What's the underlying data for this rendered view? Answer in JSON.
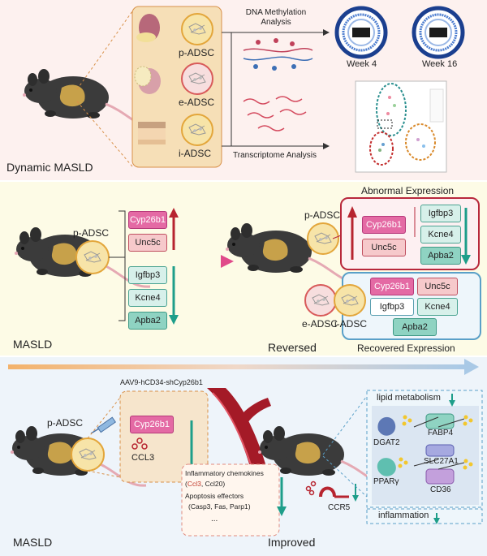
{
  "colors": {
    "panel1_bg": "#fdf1ef",
    "panel2_bg": "#fdfbe6",
    "panel3_bg": "#eef4fa",
    "red_arrow": "#b7242f",
    "teal_arrow": "#1e9e8a",
    "pink_gene": "#e46aa4",
    "abnormal_frame": "#b8283c",
    "recovered_frame": "#5aa0c8"
  },
  "panel1": {
    "depots": [
      "p-ADSC",
      "e-ADSC",
      "i-ADSC"
    ],
    "methylation_label": "DNA Methylation\nAnalysis",
    "transcriptome_label": "Transcriptome Analysis",
    "week4": "Week 4",
    "week16": "Week 16",
    "title": "Dynamic MASLD"
  },
  "panel2": {
    "padsc_left": "p-ADSC",
    "up_genes": [
      "Cyp26b1",
      "Unc5c"
    ],
    "down_genes": [
      "Igfbp3",
      "Kcne4",
      "Apba2"
    ],
    "left_title": "MASLD",
    "abnormal_title": "Abnormal Expression",
    "padsc_right": "p-ADSC",
    "abnormal_up": [
      "Cyp26b1",
      "Unc5c"
    ],
    "abnormal_down": [
      "Igfbp3",
      "Kcne4",
      "Apba2"
    ],
    "recovered_genes": [
      "Cyp26b1",
      "Unc5c",
      "Igfbp3",
      "Kcne4",
      "Apba2"
    ],
    "eadsc": "e-ADSC",
    "iadsc": "i-ADSC",
    "reversed_title": "Reversed",
    "recovered_title": "Recovered Expression"
  },
  "panel3": {
    "vector": "AAV9-hCD34-shCyp26b1",
    "padsc": "p-ADSC",
    "gene": "Cyp26b1",
    "ccl3": "CCL3",
    "chemokines_label": "Inflammatory chemokines",
    "chemokines_ccl3": "Ccl3",
    "chemokines_rest": ", Ccl20)",
    "apoptosis_label": "Apoptosis effectors",
    "apoptosis_genes": "(Casp3, Fas, Parp1)",
    "ellipsis": "...",
    "ccr5": "CCR5",
    "lipid_title": "lipid metabolism",
    "proteins": [
      "DGAT2",
      "FABP4",
      "PPARγ",
      "SLC27A1",
      "CD36"
    ],
    "inflammation": "inflammation",
    "left_title": "MASLD",
    "right_title": "Improved"
  }
}
